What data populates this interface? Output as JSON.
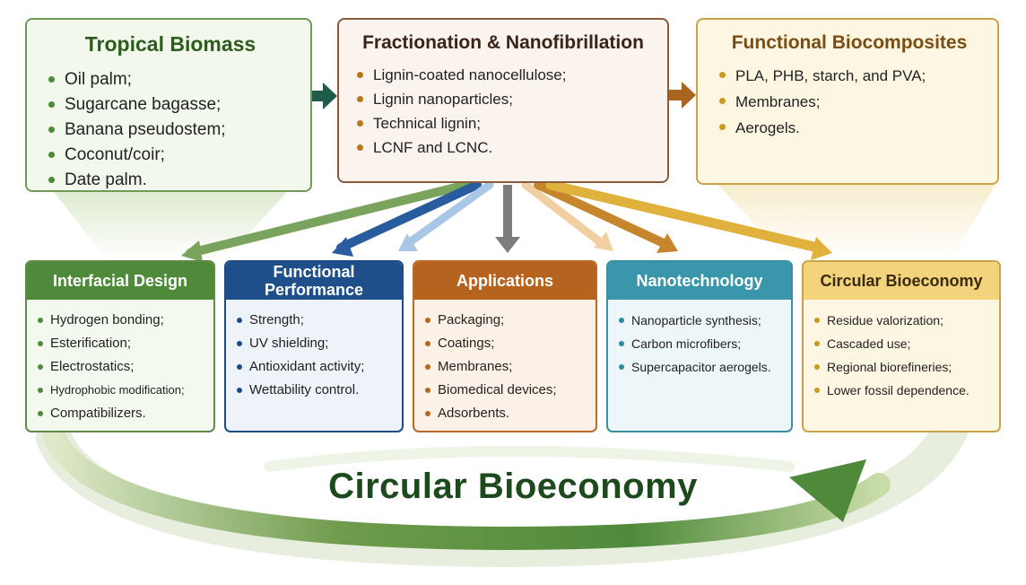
{
  "tropical": {
    "title": "Tropical Biomass",
    "items": [
      "Oil palm;",
      "Sugarcane bagasse;",
      "Banana pseudostem;",
      "Coconut/coir;",
      "Date palm."
    ]
  },
  "fractionation": {
    "title": "Fractionation & Nanofibrillation",
    "items": [
      "Lignin-coated nanocellulose;",
      "Lignin nanoparticles;",
      "Technical lignin;",
      "LCNF and LCNC."
    ]
  },
  "biocomposites": {
    "title": "Functional Biocomposites",
    "items": [
      "PLA, PHB, starch, and PVA;",
      "Membranes;",
      "Aerogels."
    ]
  },
  "interfacial": {
    "title": "Interfacial Design",
    "items": [
      "Hydrogen bonding;",
      "Esterification;",
      "Electrostatics;",
      "Hydrophobic modification;",
      "Compatibilizers."
    ]
  },
  "performance": {
    "title_line1": "Functional",
    "title_line2": "Performance",
    "items": [
      "Strength;",
      "UV shielding;",
      "Antioxidant activity;",
      "Wettability control."
    ]
  },
  "applications": {
    "title": "Applications",
    "items": [
      "Packaging;",
      "Coatings;",
      "Membranes;",
      "Biomedical devices;",
      "Adsorbents."
    ]
  },
  "nanotechnology": {
    "title": "Nanotechnology",
    "items": [
      "Nanoparticle synthesis;",
      "Carbon microfibers;",
      "Supercapacitor aerogels."
    ]
  },
  "circular_box": {
    "title": "Circular Bioeconomy",
    "items": [
      "Residue valorization;",
      "Cascaded use;",
      "Regional biorefineries;",
      "Lower fossil dependence."
    ]
  },
  "banner": {
    "title": "Circular Bioeconomy"
  },
  "colors": {
    "green": "#4f8a3a",
    "blue": "#1f4f8a",
    "brown": "#b5631e",
    "teal": "#3a97ab",
    "gold": "#f3d37b",
    "dark_green_text": "#1d4a1c"
  }
}
